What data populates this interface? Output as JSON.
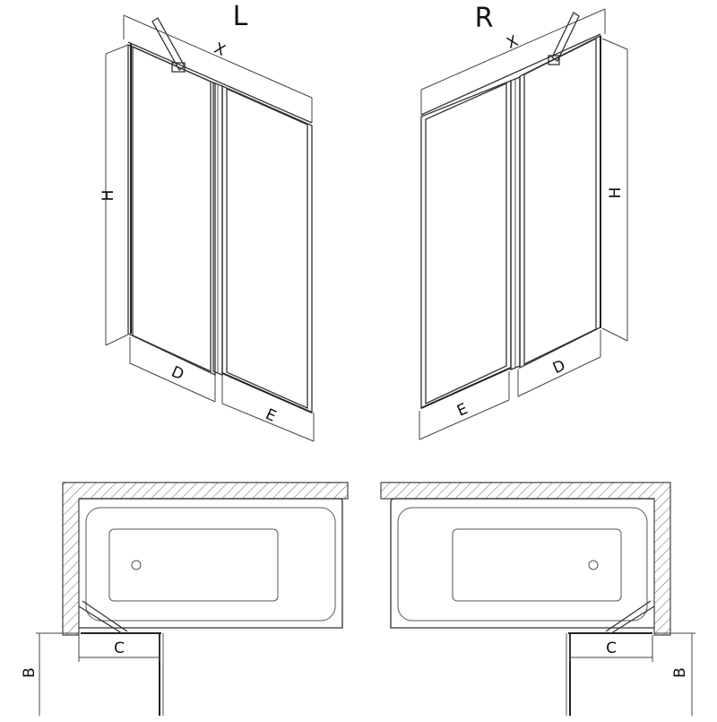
{
  "views": {
    "left": {
      "title": "L",
      "width_label": "X",
      "height_label": "H",
      "fixed_label": "D",
      "swing_label": "E"
    },
    "right": {
      "title": "R",
      "width_label": "X",
      "height_label": "H",
      "fixed_label": "D",
      "swing_label": "E"
    }
  },
  "plans": {
    "left": {
      "depth_label": "B",
      "opening_label": "C"
    },
    "right": {
      "depth_label": "B",
      "opening_label": "C"
    }
  }
}
